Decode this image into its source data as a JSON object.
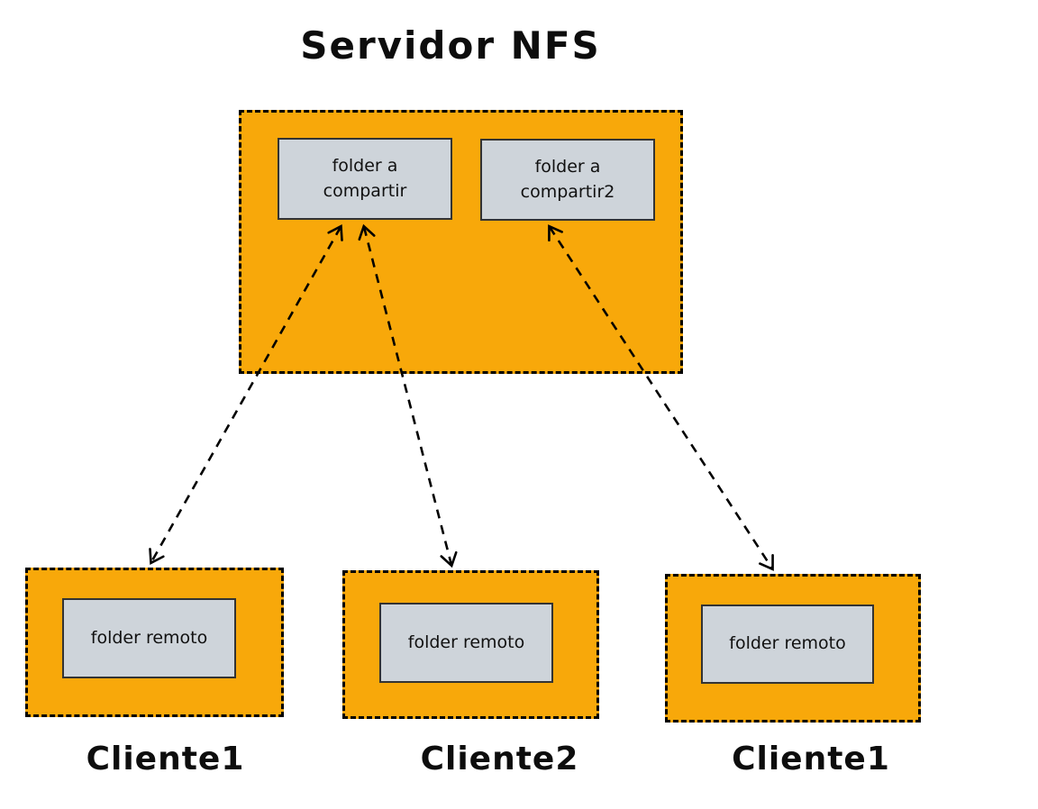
{
  "title": "Servidor NFS",
  "server": {
    "folders": [
      {
        "label": "folder a compartir"
      },
      {
        "label": "folder a compartir2"
      }
    ]
  },
  "clients": [
    {
      "name": "Cliente1",
      "folder": "folder remoto"
    },
    {
      "name": "Cliente2",
      "folder": "folder remoto"
    },
    {
      "name": "Cliente1",
      "folder": "folder remoto"
    }
  ],
  "colors": {
    "box-fill": "#f8a80a",
    "folder-fill": "#ced4da",
    "folder-border": "#333333",
    "arrow-stroke": "#000000",
    "background": "#ffffff"
  }
}
